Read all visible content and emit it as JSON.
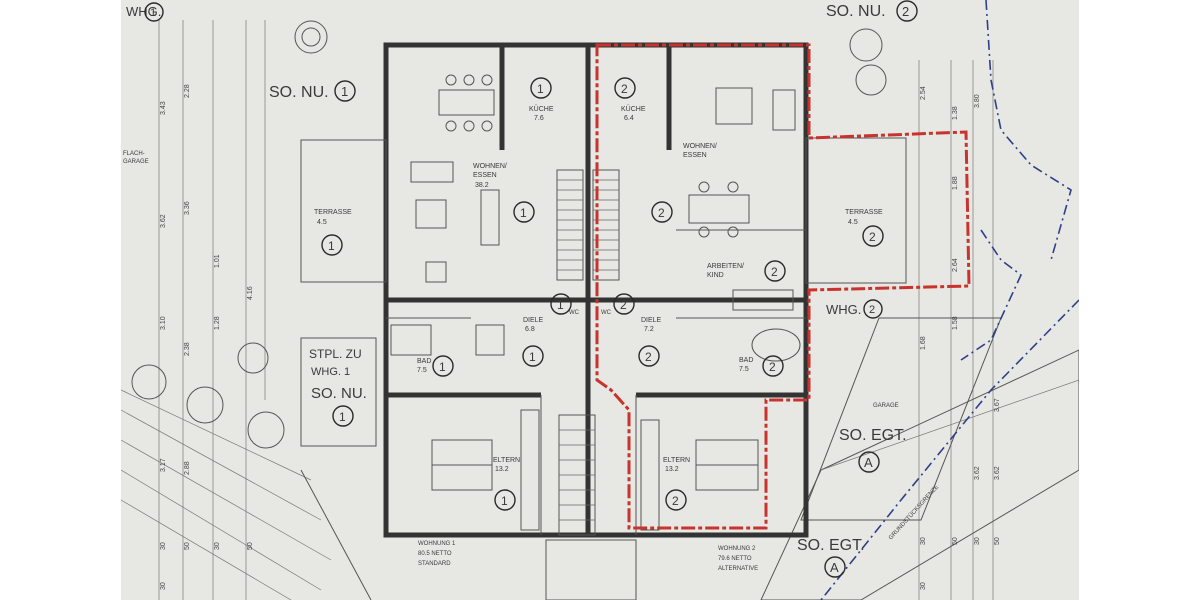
{
  "top_labels": {
    "whg_top_left": "WHG.",
    "whg_top_left_num": "1",
    "so_nu_top_right": "SO. NU.",
    "so_nu_top_right_num": "2"
  },
  "so_nu_left": {
    "text": "SO. NU.",
    "num": "1"
  },
  "stpl": {
    "line1": "STPL. ZU",
    "line2": "WHG. 1",
    "line3": "SO. NU.",
    "num": "1"
  },
  "whg2": {
    "text": "WHG.",
    "num": "2"
  },
  "so_egt_1": {
    "text": "SO. EGT.",
    "letter": "A",
    "garage": "GARAGE"
  },
  "so_egt_2": {
    "text": "SO. EGT.",
    "letter": "A"
  },
  "flachgarage": {
    "line1": "FLACH-",
    "line2": "GARAGE"
  },
  "rooms": {
    "kueche1": {
      "name": "KÜCHE",
      "area": "7.6",
      "num": "1"
    },
    "kueche2": {
      "name": "KÜCHE",
      "area": "6.4",
      "num": "2"
    },
    "wohnen1": {
      "name1": "WOHNEN/",
      "name2": "ESSEN",
      "area": "38.2",
      "num": "1"
    },
    "wohnen2": {
      "name1": "WOHNEN/",
      "name2": "ESSEN",
      "num": "2"
    },
    "terrasse1": {
      "name": "TERRASSE",
      "area": "4.5",
      "num": "1"
    },
    "terrasse2": {
      "name": "TERRASSE",
      "area": "4.5",
      "num": "2"
    },
    "arbeiten2": {
      "name1": "ARBEITEN/",
      "name2": "KIND",
      "num": "2"
    },
    "diele1": {
      "name": "DIELE",
      "area": "6.8",
      "num": "1"
    },
    "diele2": {
      "name": "DIELE",
      "area": "7.2",
      "num": "2"
    },
    "wc1": {
      "name": "WC",
      "num": "1"
    },
    "wc2": {
      "name": "WC",
      "num": "2"
    },
    "bad1": {
      "name": "BAD",
      "area": "7.5",
      "num": "1"
    },
    "bad2": {
      "name": "BAD",
      "area": "7.5",
      "num": "2"
    },
    "eltern1": {
      "name": "ELTERN",
      "area": "13.2",
      "num": "1"
    },
    "eltern2": {
      "name": "ELTERN",
      "area": "13.2",
      "num": "2"
    }
  },
  "wohnung1": {
    "line1": "WOHNUNG 1",
    "line2": "80.5 NETTO",
    "line3": "STANDARD"
  },
  "wohnung2": {
    "line1": "WOHNUNG 2",
    "line2": "79.6 NETTO",
    "line3": "ALTERNATIVE"
  },
  "grundstuecksgrenze": "GRUNDSTÜCKSGRENZE",
  "dims_left": [
    "3.43",
    "2.28",
    "3.36",
    "3.62",
    "1.01",
    "2.38",
    "3.17",
    "2.88",
    "3.10",
    "1.28",
    "4.16"
  ],
  "dims_right": [
    "2.54",
    "1.38",
    "3.80",
    "1.88",
    "3.67",
    "2.64",
    "3.62",
    "1.68",
    "1.58",
    "3.62"
  ],
  "dims_bottom": [
    "30",
    "50",
    "30",
    "50",
    "30",
    "30",
    "50",
    "30",
    "50",
    "30"
  ],
  "colors": {
    "paper": "#e7e7e3",
    "ink": "#333333",
    "red_boundary": "#c8342d",
    "blue_boundary": "#2f3f8a"
  }
}
